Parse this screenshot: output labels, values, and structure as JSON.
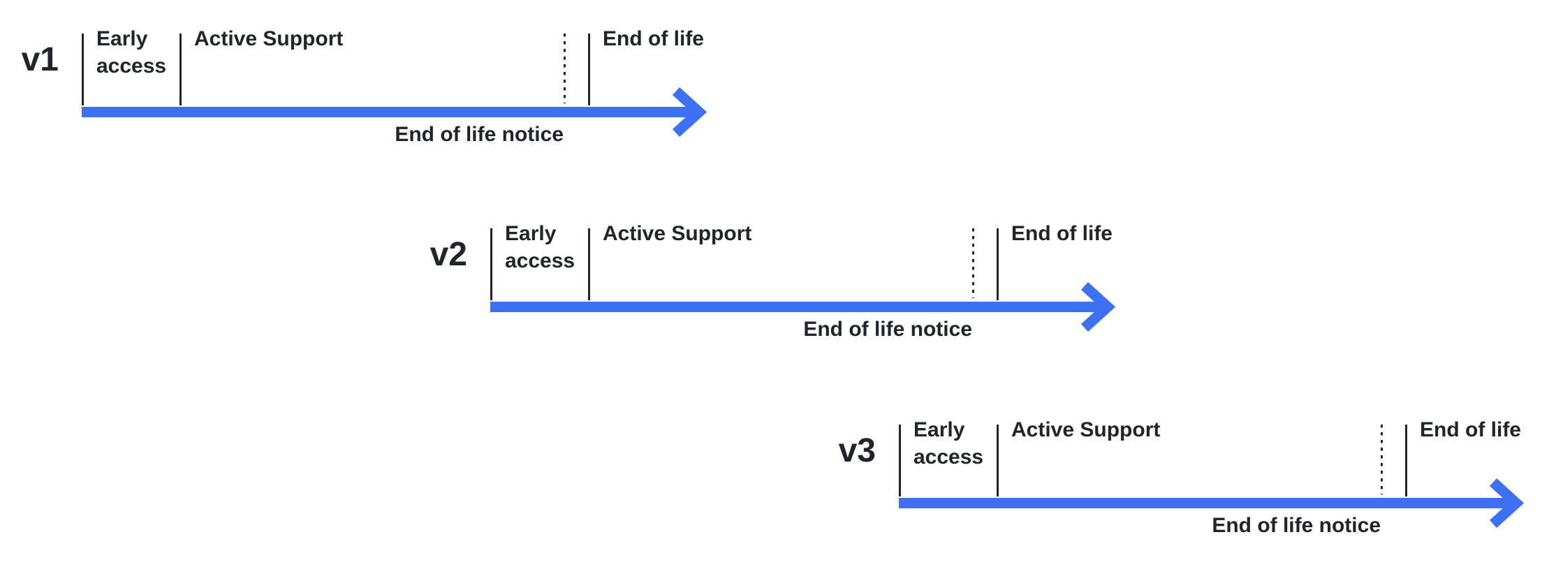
{
  "colors": {
    "accent": "#3d70f2",
    "ink": "#20242c",
    "background": "#ffffff"
  },
  "timelines": [
    {
      "version": "v1",
      "phases": {
        "early_access": "Early access",
        "active_support": "Active Support",
        "end_of_life": "End of life",
        "end_of_life_notice": "End of life notice"
      }
    },
    {
      "version": "v2",
      "phases": {
        "early_access": "Early access",
        "active_support": "Active Support",
        "end_of_life": "End of life",
        "end_of_life_notice": "End of life notice"
      }
    },
    {
      "version": "v3",
      "phases": {
        "early_access": "Early access",
        "active_support": "Active Support",
        "end_of_life": "End of life",
        "end_of_life_notice": "End of life notice"
      }
    }
  ]
}
